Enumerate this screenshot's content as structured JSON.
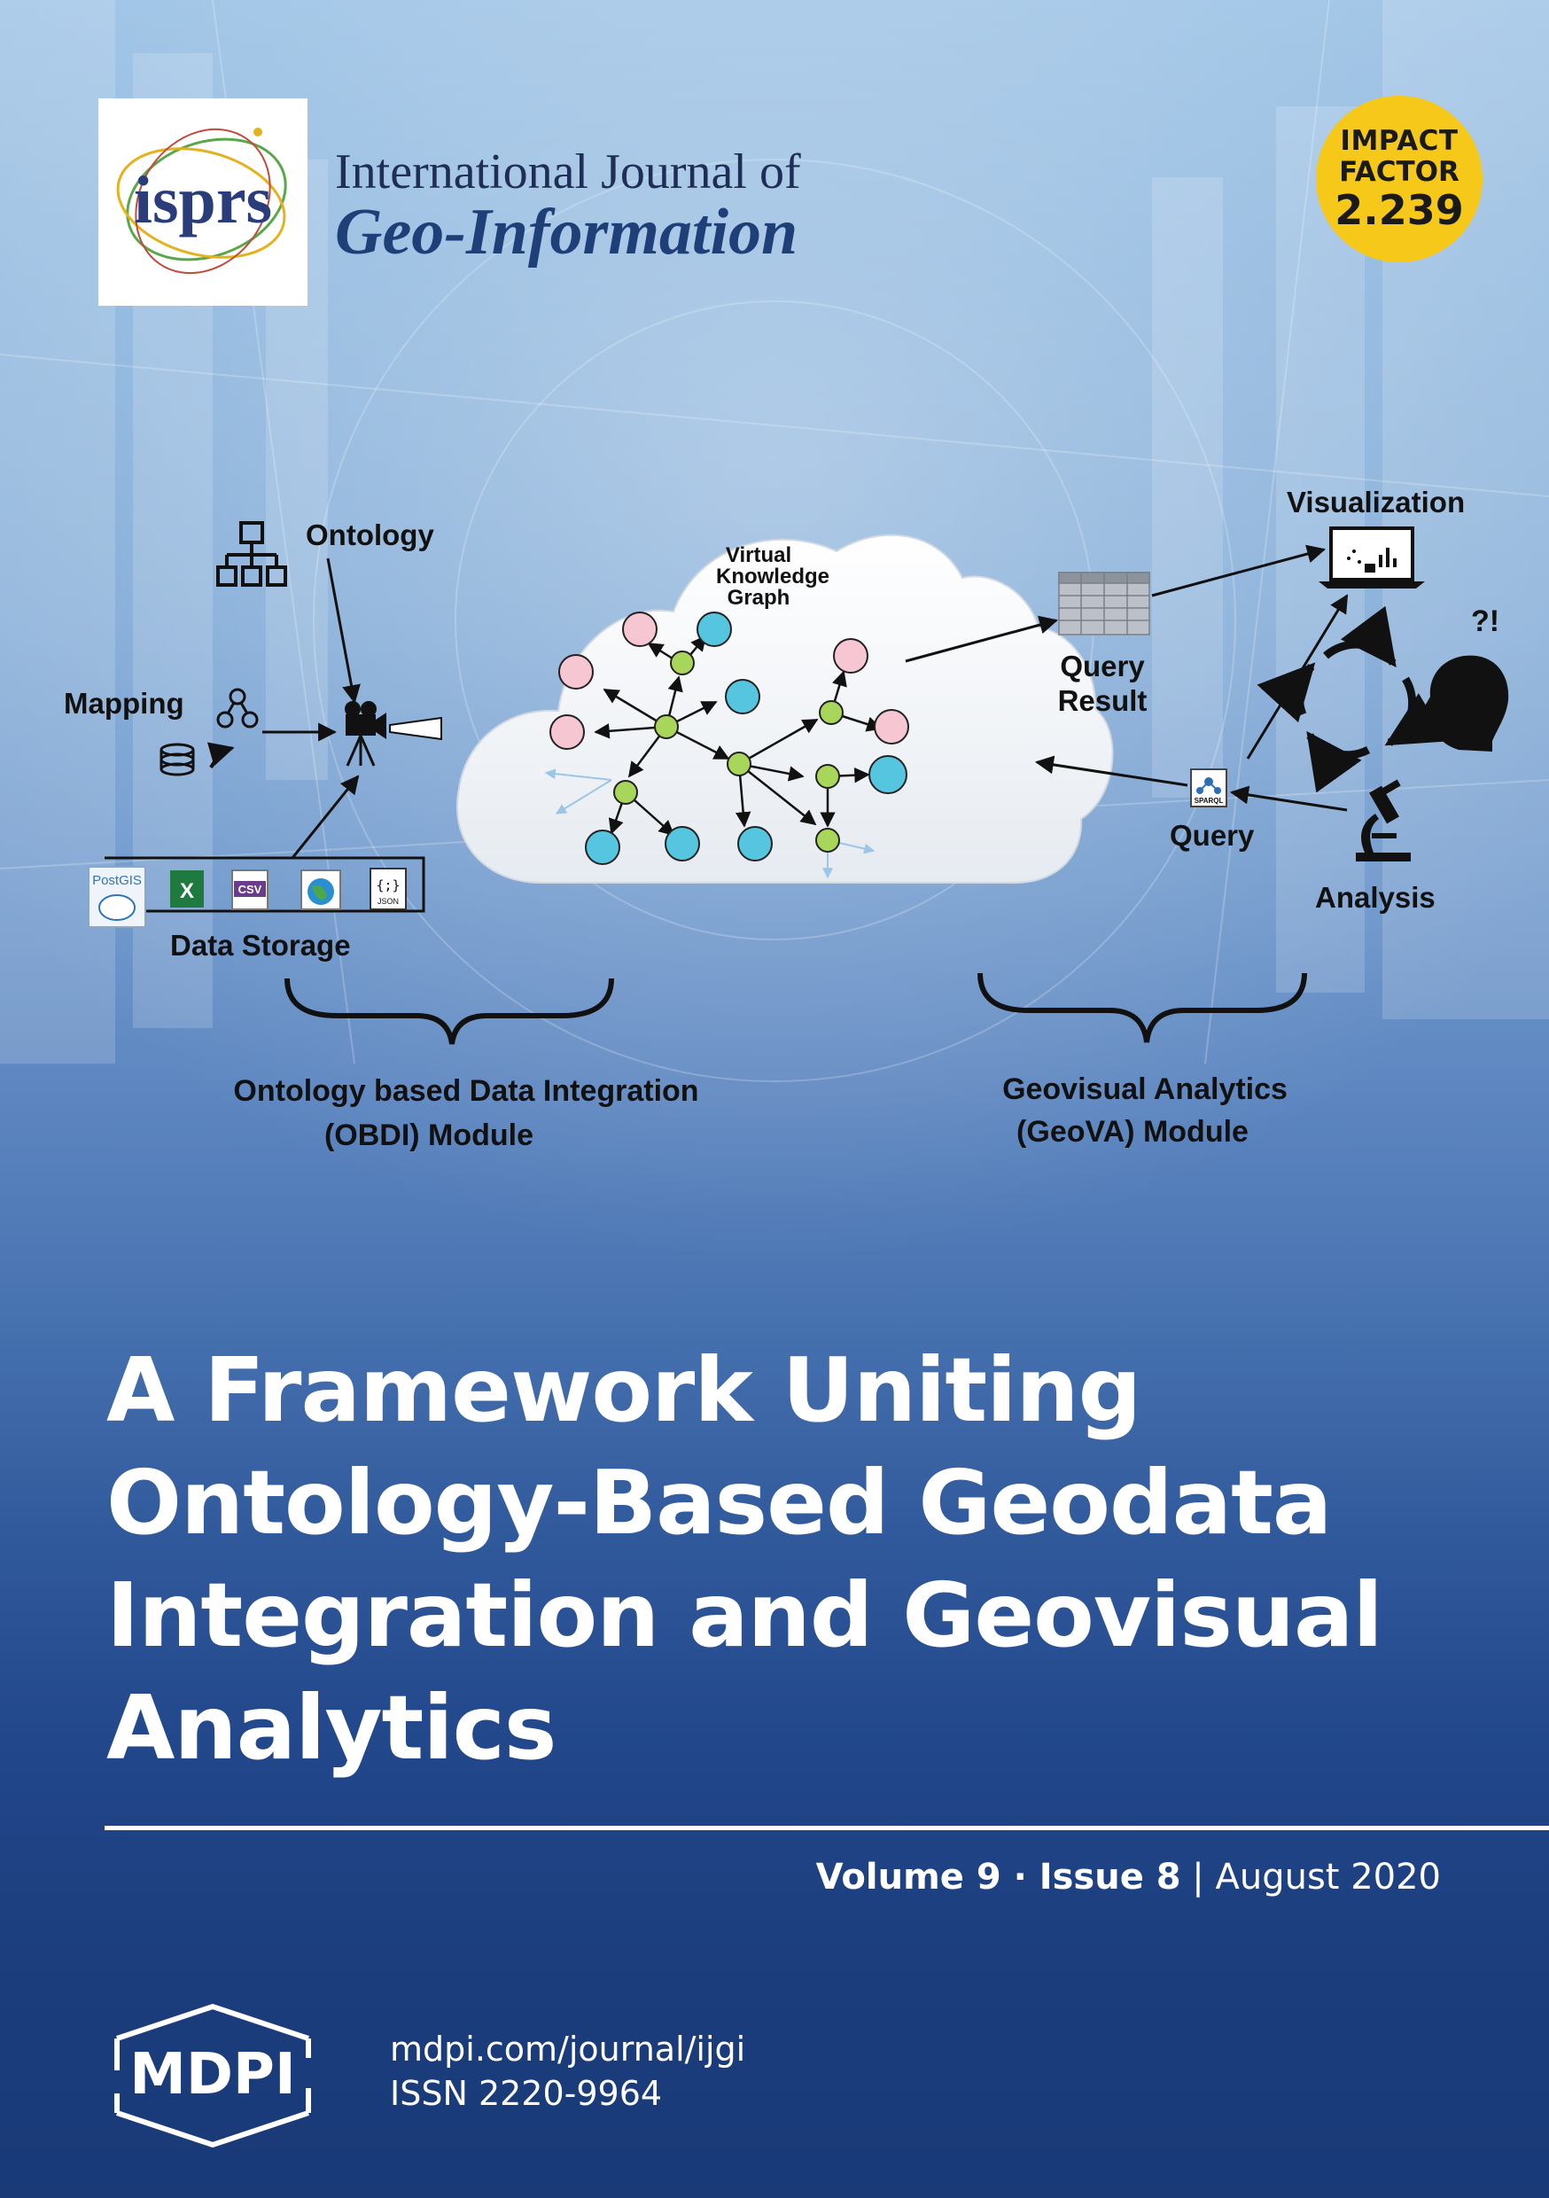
{
  "journal": {
    "logo_text": "isprs",
    "line1": "International Journal of",
    "line2": "Geo-Information"
  },
  "impact_factor": {
    "line1": "IMPACT",
    "line2": "FACTOR",
    "value": "2.239"
  },
  "diagram": {
    "ontology": "Ontology",
    "mapping": "Mapping",
    "data_storage": "Data Storage",
    "vkg_line1": "Virtual",
    "vkg_line2": "Knowledge",
    "vkg_line3": "Graph",
    "query_result_line1": "Query",
    "query_result_line2": "Result",
    "visualization": "Visualization",
    "question_marks": "?!",
    "query": "Query",
    "analysis": "Analysis",
    "obdi_line1": "Ontology based Data Integration",
    "obdi_line2": "(OBDI) Module",
    "geova_line1": "Geovisual  Analytics",
    "geova_line2": "(GeoVA) Module",
    "icons": {
      "postgis": "PostGIS",
      "excel": "X",
      "csv": "CSV",
      "json": "JSON",
      "sparql": "SPARQL"
    }
  },
  "title_lines": [
    "A Framework Uniting",
    "Ontology-Based Geodata",
    "Integration and Geovisual",
    "Analytics"
  ],
  "issue": {
    "volume": "Volume 9",
    "sep": " · ",
    "issue": "Issue 8",
    "bar": " | ",
    "date": "August 2020"
  },
  "publisher": {
    "logo_text": "MDPI",
    "website": "mdpi.com/journal/ijgi",
    "issn": "ISSN 2220-9964"
  },
  "colors": {
    "impact_badge": "#f6c81a",
    "node_pink": "#f7c6d3",
    "node_green": "#a8d65a",
    "node_cyan": "#56c6e0",
    "title_text": "#ffffff"
  }
}
